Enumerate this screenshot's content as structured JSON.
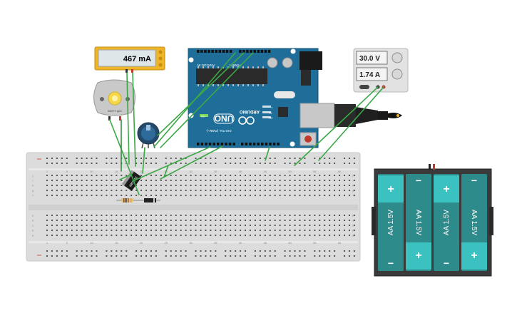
{
  "ammeter": {
    "reading": "467 mA"
  },
  "motor": {
    "label": "MOTT rpm"
  },
  "mosfet": {
    "label": "IRF540"
  },
  "arduino": {
    "model": "UNO",
    "brand": "ARDUINO",
    "digital_label": "DIGITAL (PWM~)",
    "power_label": "POWER",
    "analog_label": "ANALOG IN",
    "on_label": "ON",
    "tx_label": "TX",
    "rx_label": "RX",
    "l_label": "L"
  },
  "power_supply": {
    "voltage": "30.0 V",
    "current": "1.74 A"
  },
  "battery": {
    "cells": [
      "AA 1.5V",
      "AA 1.5V",
      "AA 1.5V",
      "AA 1.5V"
    ],
    "plus": "+",
    "minus": "−"
  },
  "breadboard": {
    "rows_top": [
      "j",
      "i",
      "h",
      "g",
      "f"
    ],
    "rows_bottom": [
      "e",
      "d",
      "c",
      "b",
      "a"
    ],
    "columns": [
      "1",
      "5",
      "10",
      "15",
      "20",
      "25",
      "30",
      "35",
      "40",
      "45",
      "50",
      "55",
      "60"
    ]
  },
  "colors": {
    "wire": "#3aa845",
    "arduino": "#1f6e9a",
    "battery_teal": "#2e8b8b",
    "battery_light": "#3cc1c1",
    "meter_yellow": "#f0b429"
  }
}
